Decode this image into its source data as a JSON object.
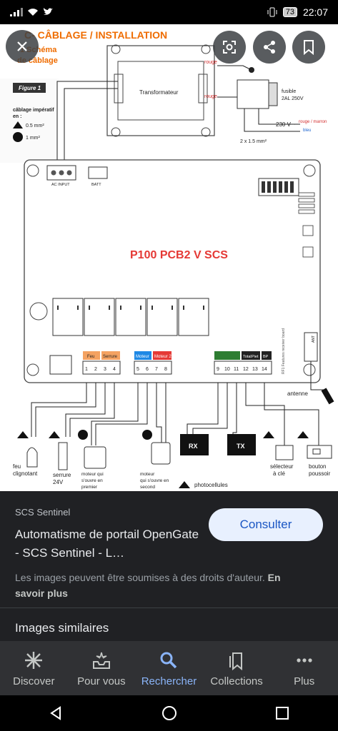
{
  "status": {
    "time": "22:07",
    "battery": "73"
  },
  "diagram": {
    "heading": "C- CÂBLAGE / INSTALLATION",
    "subheading_line1": "1 Schéma",
    "subheading_line2": "de câblage",
    "figure_label": "Figure 1",
    "legend_title_1": "câblage impératif",
    "legend_title_2": "en :",
    "legend_small": "0.5 mm²",
    "legend_large": "1 mm²",
    "transformer": "Transformateur",
    "rouge_top": "rouge",
    "rouge_mid": "rouge",
    "fusible_1": "fusible",
    "fusible_2": "2AL 250V",
    "v230": "230 V ~",
    "wire_rouge": "rouge / marron",
    "wire_bleu": "bleu",
    "cable": "2 x 1.5 mm²",
    "ac_input": "AC INPUT",
    "batt": "BATT",
    "board_title": "P100 PCB2 V SCS",
    "board_side": "RF1 Features receiver board",
    "antenne": "antenne",
    "ant": "ANT",
    "terminal_groups": [
      "Feu",
      "Serrure",
      "Moteur",
      "Moteur 2",
      "Total",
      "Piet",
      "BP"
    ],
    "terminal_numbers": [
      "1",
      "2",
      "3",
      "4",
      "5",
      "6",
      "7",
      "8",
      "9",
      "10",
      "11",
      "12",
      "13",
      "14"
    ],
    "rx": "RX",
    "tx": "TX",
    "lbl_feu_1": "feu",
    "lbl_feu_2": "clignotant",
    "lbl_serrure_1": "serrure",
    "lbl_serrure_2": "24V",
    "lbl_m1_1": "moteur qui",
    "lbl_m1_2": "s'ouvre en",
    "lbl_m1_3": "premier",
    "lbl_m2_1": "moteur",
    "lbl_m2_2": "qui s'ouvre en",
    "lbl_m2_3": "second",
    "lbl_photo": "photocellules",
    "lbl_selecteur_1": "sélecteur",
    "lbl_selecteur_2": "à clé",
    "lbl_bouton_1": "bouton",
    "lbl_bouton_2": "poussoir"
  },
  "result": {
    "source": "SCS Sentinel",
    "title": "Automatisme de portail OpenGate - SCS Sentinel - L…",
    "consult_label": "Consulter",
    "rights_text": "Les images peuvent être soumises à des droits d'auteur.",
    "rights_link": "En savoir plus",
    "similar": "Images similaires"
  },
  "nav": [
    {
      "label": "Discover",
      "icon": "asterisk-icon"
    },
    {
      "label": "Pour vous",
      "icon": "inbox-icon"
    },
    {
      "label": "Rechercher",
      "icon": "search-icon"
    },
    {
      "label": "Collections",
      "icon": "collections-icon"
    },
    {
      "label": "Plus",
      "icon": "more-icon"
    }
  ],
  "colors": {
    "accent": "#8ab4f8",
    "heading": "#ef6c00",
    "board_title": "#e53935"
  }
}
